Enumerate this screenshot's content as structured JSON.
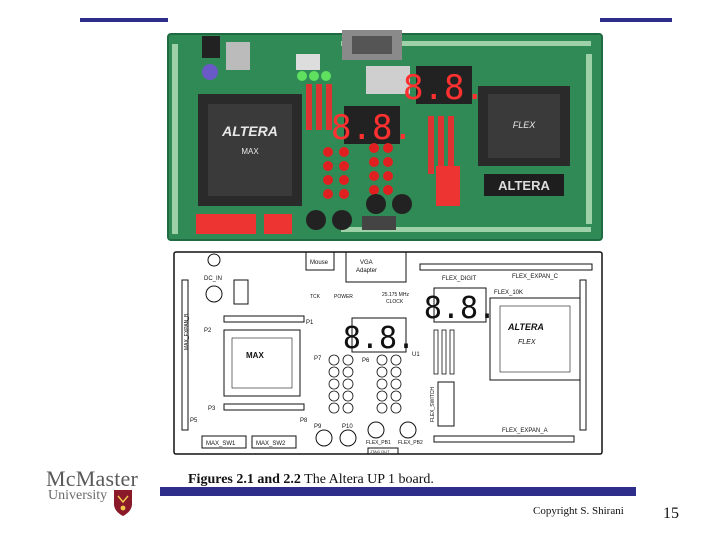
{
  "caption": {
    "figure_label": "Figures 2.1 and 2.2",
    "text": " The Altera UP 1 board."
  },
  "footer": {
    "copyright": "Copyright S. Shirani",
    "page_number": "15",
    "logo_name": "McMaster",
    "logo_sub": "University",
    "logo_crest_icon": "mcmaster-crest-icon"
  },
  "colors": {
    "accent": "#2e2e8a",
    "pcb_green": "#2f8a55",
    "logo_crest": "#8a1a2a"
  },
  "schematic": {
    "mouse": "Mouse",
    "vga": "VGA",
    "vga2": "Adapter",
    "dc_in": "DC_IN",
    "flex_expan_c": "FLEX_EXPAN_C",
    "flex_digit": "FLEX_DIGIT",
    "max_expan_b": "MAX_EXPAN_B",
    "flex_10k": "FLEX_10K",
    "clock1": "25.175 MHz",
    "clock2": "CLOCK",
    "p1": "P1",
    "p2": "P2",
    "p3": "P3",
    "p5": "P5",
    "p6": "P6",
    "p7": "P7",
    "p8": "P8",
    "p9": "P9",
    "p10": "P10",
    "u1": "U1",
    "max_sw1": "MAX_SW1",
    "max_sw2": "MAX_SW2",
    "flex_pb1": "FLEX_PB1",
    "flex_pb2": "FLEX_PB2",
    "flex_switch": "FLEX_SWITCH",
    "flex_expan_a": "FLEX_EXPAN_A",
    "jtag": "JTAG OUT",
    "power": "POWER",
    "tck": "TCK",
    "altera": "ALTERA",
    "max_chip": "MAX",
    "flex_chip": "FLEX"
  }
}
